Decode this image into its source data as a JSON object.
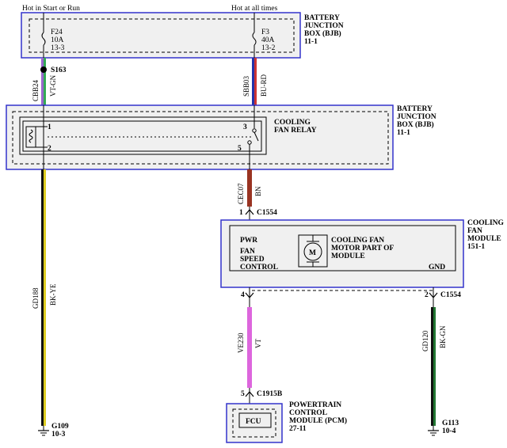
{
  "top_labels": {
    "left": "Hot in Start or Run",
    "right": "Hot at all times"
  },
  "bjb_top": {
    "title": [
      "BATTERY",
      "JUNCTION",
      "BOX (BJB)",
      "11-1"
    ],
    "fuses": [
      {
        "name": "F24",
        "rating": "10A",
        "ref": "13-3"
      },
      {
        "name": "F3",
        "rating": "40A",
        "ref": "13-2"
      }
    ]
  },
  "bjb_relay": {
    "title": [
      "BATTERY",
      "JUNCTION",
      "BOX (BJB)",
      "11-1"
    ],
    "relay_name": [
      "COOLING",
      "FAN RELAY"
    ],
    "pins": [
      "1",
      "2",
      "3",
      "5"
    ]
  },
  "splice": "S163",
  "wires": [
    {
      "circuit": "CBB24",
      "color_code": "VT-GN",
      "colors": [
        "#9966cc",
        "#33aa55"
      ]
    },
    {
      "circuit": "SBB03",
      "color_code": "BU-RD",
      "colors": [
        "#2233aa",
        "#cc3333"
      ]
    },
    {
      "circuit": "CEC07",
      "color_code": "BN",
      "colors": [
        "#993322"
      ]
    },
    {
      "circuit": "GD188",
      "color_code": "BK-YE",
      "colors": [
        "#111111",
        "#ddcc22"
      ]
    },
    {
      "circuit": "VE230",
      "color_code": "VT",
      "colors": [
        "#dd66dd"
      ]
    },
    {
      "circuit": "GD120",
      "color_code": "BK-GN",
      "colors": [
        "#111111",
        "#227733"
      ]
    }
  ],
  "connectors": {
    "c1554_top": {
      "pin": "1",
      "name": "C1554"
    },
    "c1554_left": {
      "pin": "4"
    },
    "c1554_right": {
      "pin": "2",
      "name": "C1554"
    },
    "c1915b": {
      "pin": "5",
      "name": "C1915B"
    }
  },
  "fan_module": {
    "title": [
      "COOLING",
      "FAN",
      "MODULE",
      "151-1"
    ],
    "pwr": "PWR",
    "fan_speed": [
      "FAN",
      "SPEED",
      "CONTROL"
    ],
    "gnd": "GND",
    "motor_label": [
      "COOLING FAN",
      "MOTOR PART OF",
      "MODULE"
    ],
    "motor_symbol": "M"
  },
  "pcm": {
    "title": [
      "POWERTRAIN",
      "CONTROL",
      "MODULE (PCM)",
      "27-11"
    ],
    "unit": "FCU"
  },
  "grounds": [
    {
      "name": "G109",
      "ref": "10-3"
    },
    {
      "name": "G113",
      "ref": "10-4"
    }
  ]
}
